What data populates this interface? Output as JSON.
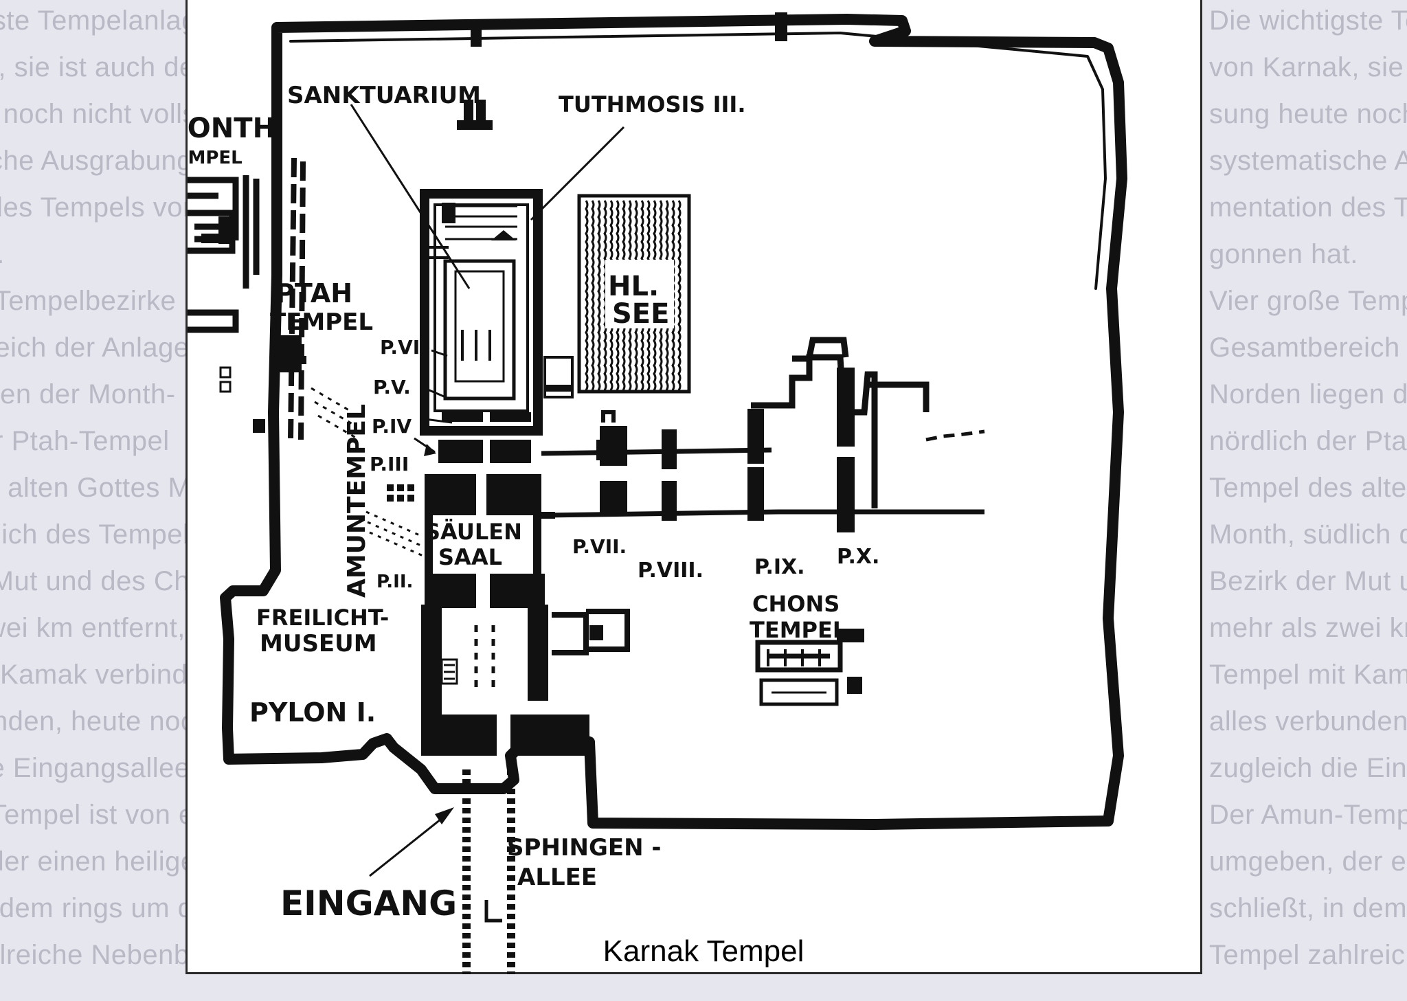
{
  "caption": "Karnak Tempel",
  "labels": {
    "sanktuarium": "SANKTUARIUM",
    "tuthmosis": "TUTHMOSIS III.",
    "month_1": "MONTH",
    "month_2": "TEMPEL",
    "ptah_1": "PTAH",
    "ptah_2": "TEMPEL",
    "hl_see_1": "HL.",
    "hl_see_2": "SEE",
    "p6": "P.VI.",
    "p5": "P.V.",
    "p4": "P.IV",
    "p3": "P.III",
    "amuntempel": "AMUNTEMPEL",
    "saeulen_1": "SÄULEN",
    "saeulen_2": "SAAL",
    "p2": "P.II.",
    "p7": "P.VII.",
    "p8": "P.VIII.",
    "p9": "P.IX.",
    "p10": "P.X.",
    "freilicht_1": "FREILICHT-",
    "freilicht_2": "MUSEUM",
    "chons_1": "CHONS",
    "chons_2": "TEMPEL",
    "pylon1": "PYLON I.",
    "sphingen_1": "SPHINGEN -",
    "sphingen_2": "ALLEE",
    "eingang": "EINGANG"
  },
  "background_text": [
    "Die wichtigste Tempelanlage in",
    "von Karnak, sie ist auch der leich-",
    "sung heute noch nicht vollständig",
    "systematische Ausgrabung und Doku-",
    "mentation des Tempels von Amun",
    "gonnen hat.",
    "Vier große Tempelbezirke bilden",
    "Gesamtbereich der Anlage im",
    "Norden liegen der Month-",
    "nördlich der Ptah-Tempel",
    "Tempel des alten Gottes Month,",
    "Month, südlich des Tempels und",
    "Bezirk der Mut und des Chons,",
    "mehr als zwei km entfernt, der",
    "Tempel mit Kamak verbindet",
    "alles verbunden, heute noch",
    "zugleich die Eingangsallee",
    "Der Amun-Tempel ist von einem",
    "umgeben, der einen heiligen Bezirk",
    "schließt, in dem rings um den",
    "Tempel zahlreiche Nebenbauten"
  ]
}
